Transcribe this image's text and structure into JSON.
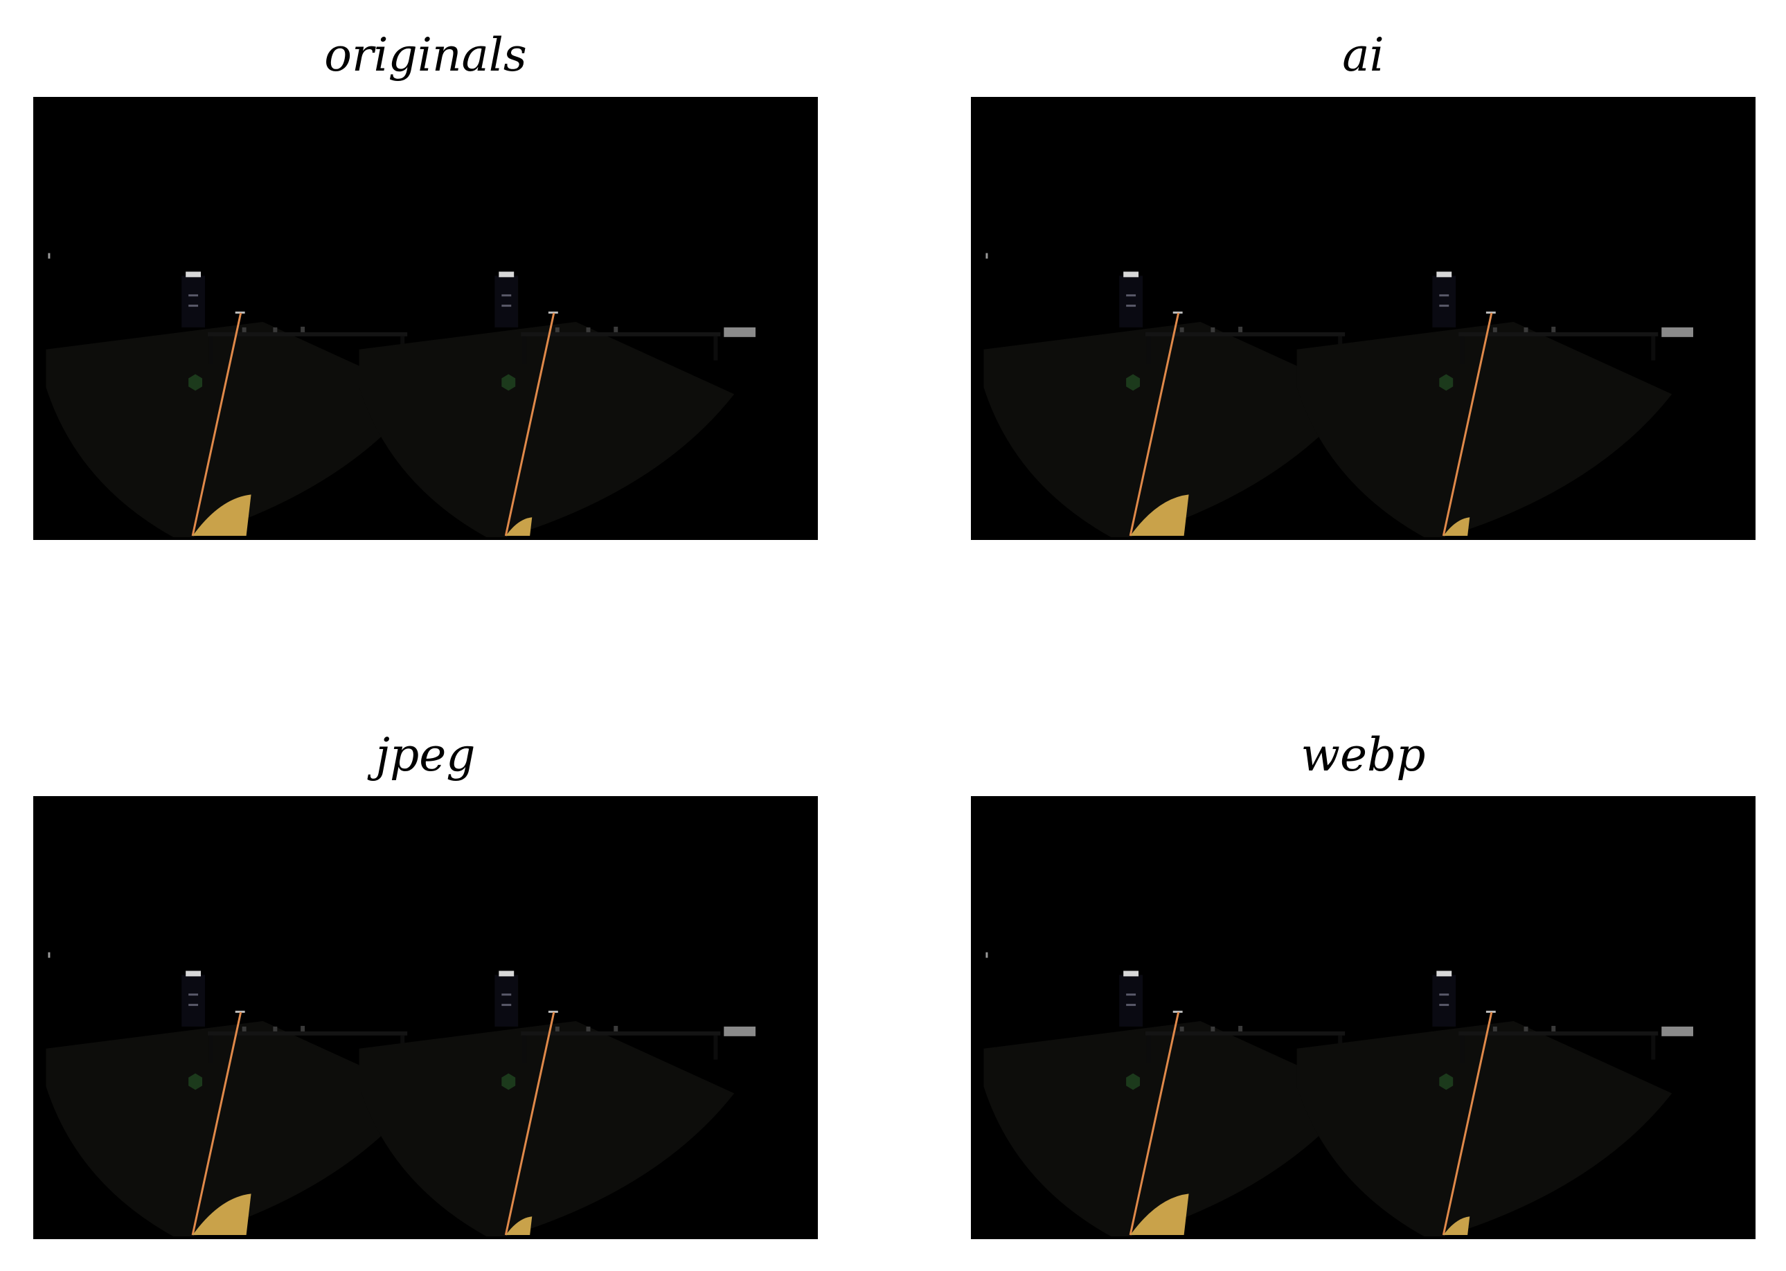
{
  "panels": [
    {
      "title": "originals",
      "image": "dark-vr-scene-stereo-pair"
    },
    {
      "title": "ai",
      "image": "dark-vr-scene-stereo-pair"
    },
    {
      "title": "jpeg",
      "image": "dark-vr-scene-stereo-pair"
    },
    {
      "title": "webp",
      "image": "dark-vr-scene-stereo-pair"
    }
  ],
  "colors": {
    "background": "#ffffff",
    "frame_border": "#000000",
    "scene_black": "#000000",
    "floor": "#0d0d0b",
    "laser": "#e0894a",
    "hand": "#c9a24a",
    "marker": "#1c3a1c"
  }
}
